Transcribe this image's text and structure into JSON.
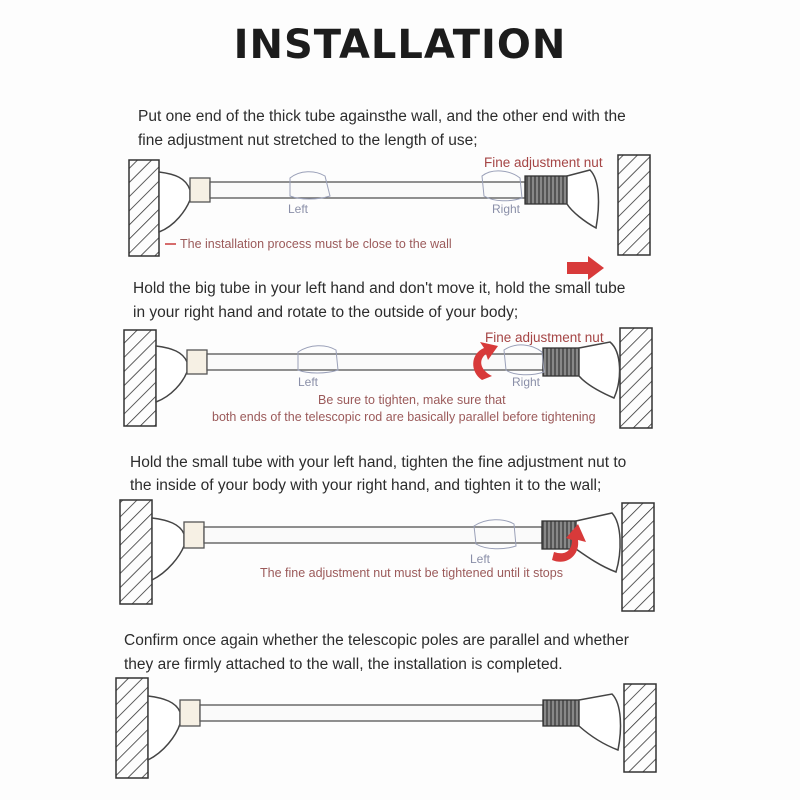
{
  "title": "INSTALLATION",
  "steps": [
    {
      "text_lines": [
        "Put one end of the thick tube againsthe wall, and the other end with the",
        "fine adjustment nut stretched to the length of use;"
      ],
      "nut_label": "Fine adjustment nut",
      "hand_left": "Left",
      "hand_right": "Right",
      "note": "The installation process must be close to the wall"
    },
    {
      "text_lines": [
        "Hold the big tube in your left hand and don't move it, hold the small tube",
        "in your right hand and rotate to the outside of your body;"
      ],
      "nut_label": "Fine adjustment nut",
      "hand_left": "Left",
      "hand_right": "Right",
      "note_lines": [
        "Be sure to tighten, make sure that",
        "both ends of the telescopic rod are basically parallel before tightening"
      ]
    },
    {
      "text_lines": [
        "Hold the small tube with your left hand, tighten the fine adjustment nut to",
        "the inside of your body with your right hand, and tighten it to the wall;"
      ],
      "hand_left": "Left",
      "note": "The fine adjustment nut must be tightened until it stops"
    },
    {
      "text_lines": [
        "Confirm once again whether the telescopic poles are parallel and whether",
        "they are firmly attached to the wall, the installation is completed."
      ]
    }
  ],
  "colors": {
    "accent_red": "#d83a3a",
    "note_red": "#9b5a5a",
    "label_red": "#a54545"
  }
}
